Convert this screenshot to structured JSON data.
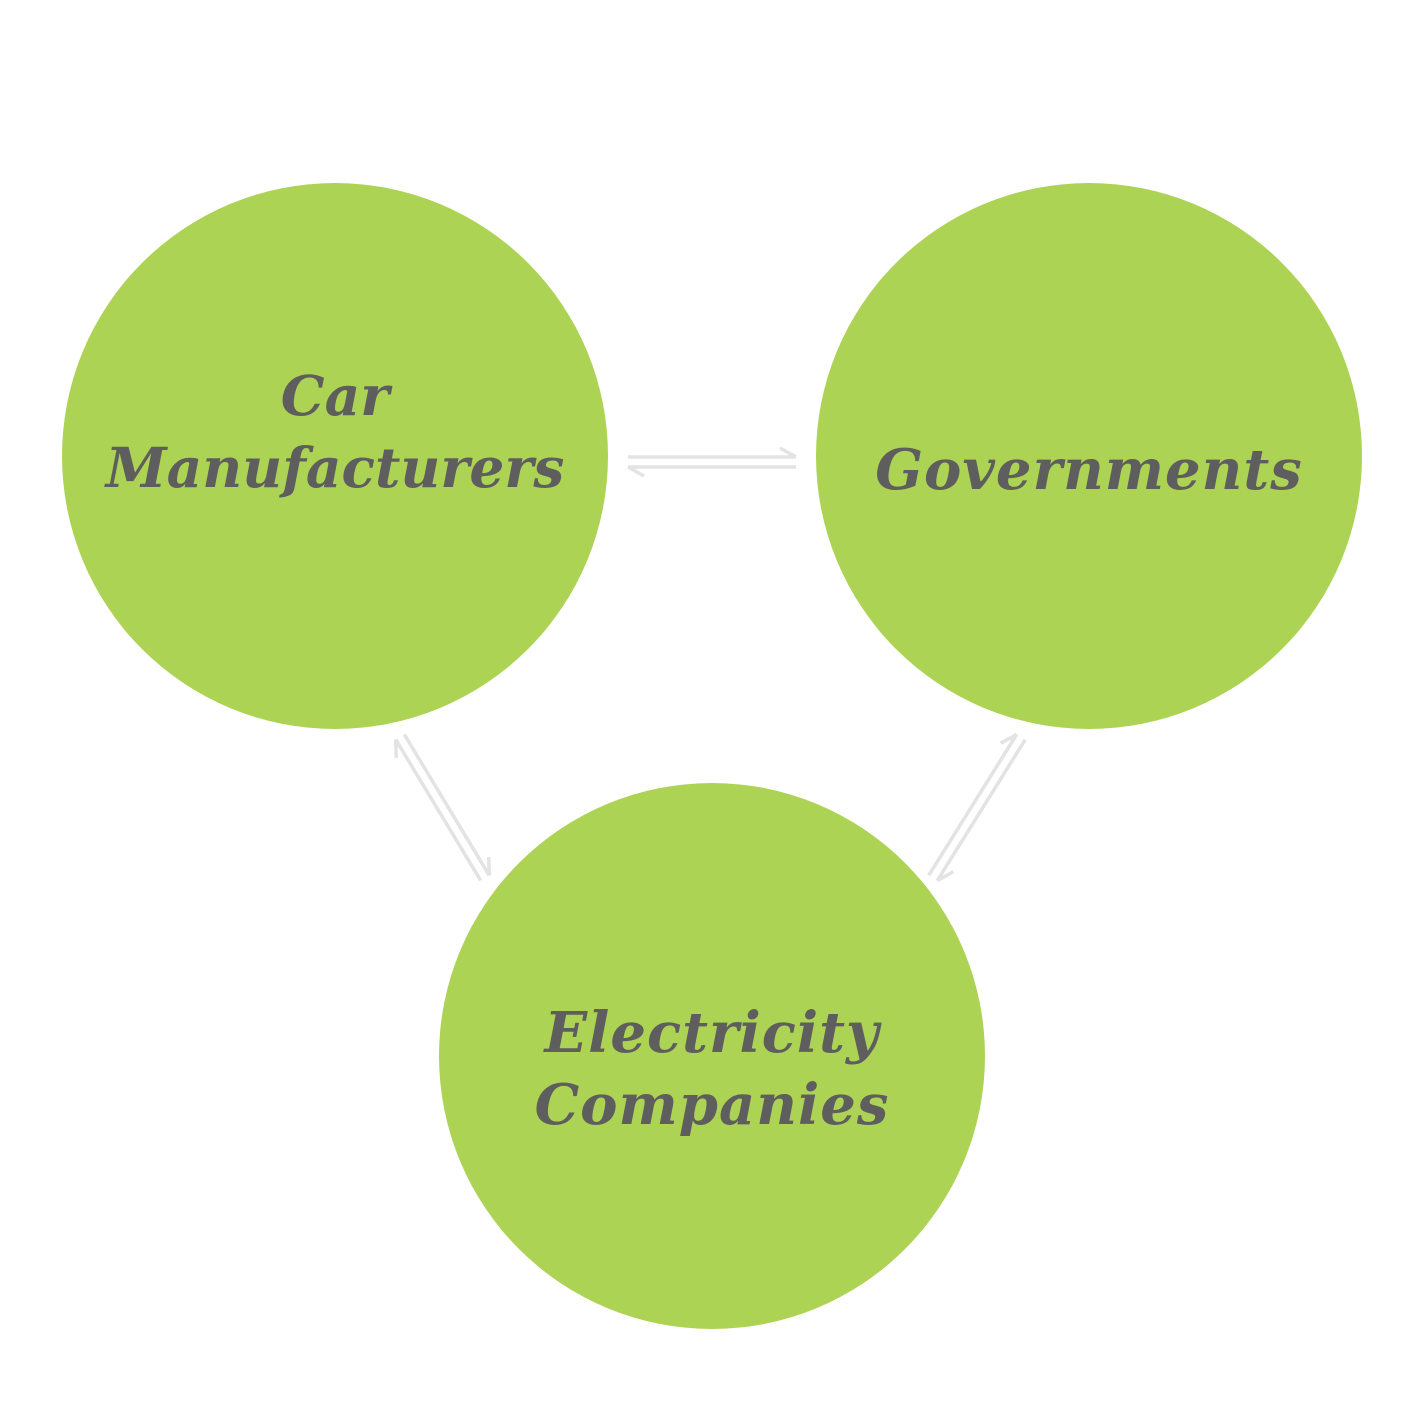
{
  "colors": {
    "node_fill": "#add355",
    "label_text": "#5e5e5e",
    "connector": "#e3e3e3",
    "background": "#ffffff"
  },
  "nodes": {
    "car": {
      "label": "Car\nManufacturers"
    },
    "gov": {
      "label": "Governments"
    },
    "elec": {
      "label": "Electricity\nCompanies"
    }
  },
  "connectors": [
    {
      "from": "car",
      "to": "gov",
      "style": "bidirectional-harpoon"
    },
    {
      "from": "car",
      "to": "elec",
      "style": "bidirectional-harpoon"
    },
    {
      "from": "gov",
      "to": "elec",
      "style": "bidirectional-harpoon"
    }
  ]
}
